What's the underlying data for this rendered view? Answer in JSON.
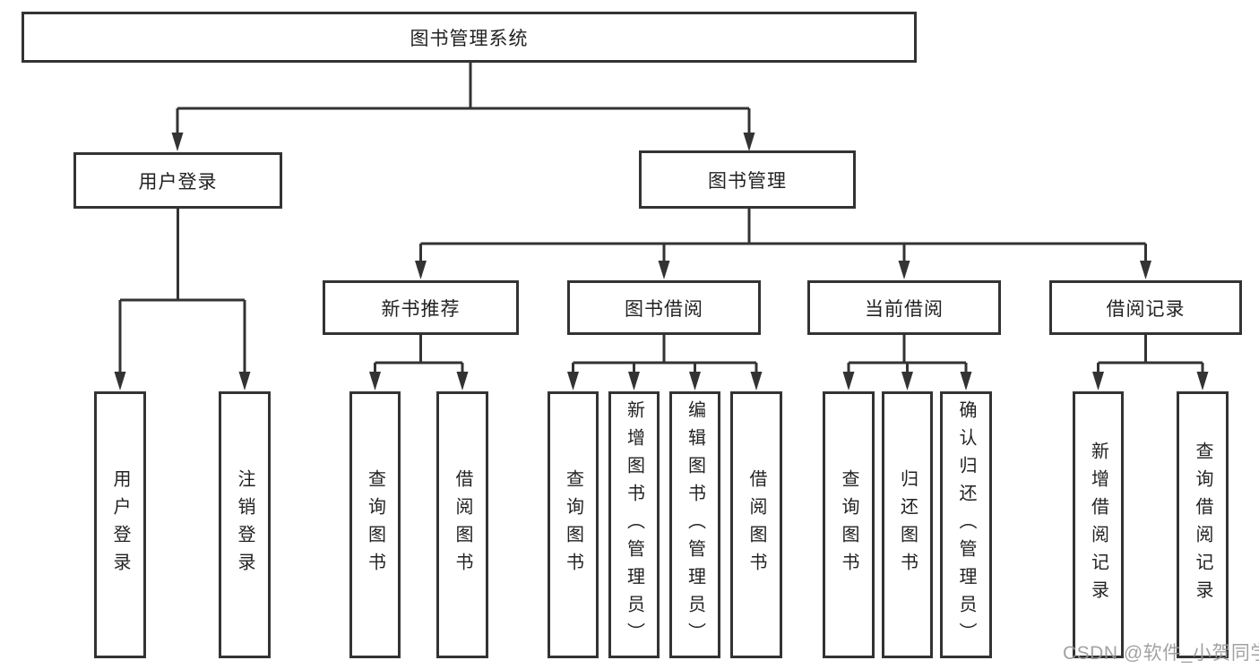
{
  "tree": {
    "root": {
      "label": "图书管理系统",
      "children": [
        {
          "label": "用户登录",
          "children": [
            {
              "label": "用户登录"
            },
            {
              "label": "注销登录"
            }
          ]
        },
        {
          "label": "图书管理",
          "children": [
            {
              "label": "新书推荐",
              "children": [
                {
                  "label": "查询图书"
                },
                {
                  "label": "借阅图书"
                }
              ]
            },
            {
              "label": "图书借阅",
              "children": [
                {
                  "label": "查询图书"
                },
                {
                  "label": "新增图书（管理员）"
                },
                {
                  "label": "编辑图书（管理员）"
                },
                {
                  "label": "借阅图书"
                }
              ]
            },
            {
              "label": "当前借阅",
              "children": [
                {
                  "label": "查询图书"
                },
                {
                  "label": "归还图书"
                },
                {
                  "label": "确认归还（管理员）"
                }
              ]
            },
            {
              "label": "借阅记录",
              "children": [
                {
                  "label": "新增借阅记录"
                },
                {
                  "label": "查询借阅记录"
                }
              ]
            }
          ]
        }
      ]
    }
  },
  "watermark": {
    "text": "CSDN @软件_小贺同学"
  },
  "colors": {
    "line": "#333333",
    "box_border": "#333333",
    "box_background": "#ffffff",
    "text": "#222222",
    "watermark": "#9a9a9a"
  }
}
